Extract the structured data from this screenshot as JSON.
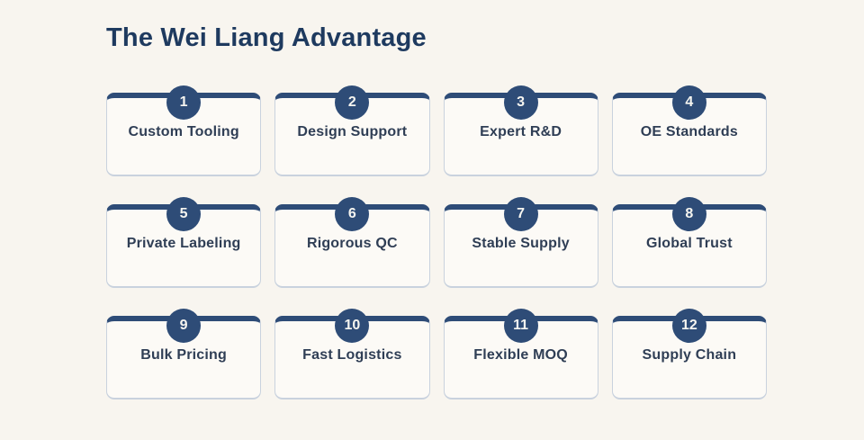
{
  "page": {
    "title": "The Wei Liang Advantage"
  },
  "colors": {
    "background": "#f8f5ef",
    "card-background": "#fcfaf6",
    "card-border": "#c9d2de",
    "accent": "#2e4c77",
    "title-color": "#1e3a5f",
    "label-color": "#2f3e55",
    "number-color": "#f6f5f0"
  },
  "cards": [
    {
      "number": "1",
      "label": "Custom Tooling"
    },
    {
      "number": "2",
      "label": "Design Support"
    },
    {
      "number": "3",
      "label": "Expert R&D"
    },
    {
      "number": "4",
      "label": "OE Standards"
    },
    {
      "number": "5",
      "label": "Private Labeling"
    },
    {
      "number": "6",
      "label": "Rigorous QC"
    },
    {
      "number": "7",
      "label": "Stable Supply"
    },
    {
      "number": "8",
      "label": "Global Trust"
    },
    {
      "number": "9",
      "label": "Bulk Pricing"
    },
    {
      "number": "10",
      "label": "Fast Logistics"
    },
    {
      "number": "11",
      "label": "Flexible MOQ"
    },
    {
      "number": "12",
      "label": "Supply Chain"
    }
  ]
}
